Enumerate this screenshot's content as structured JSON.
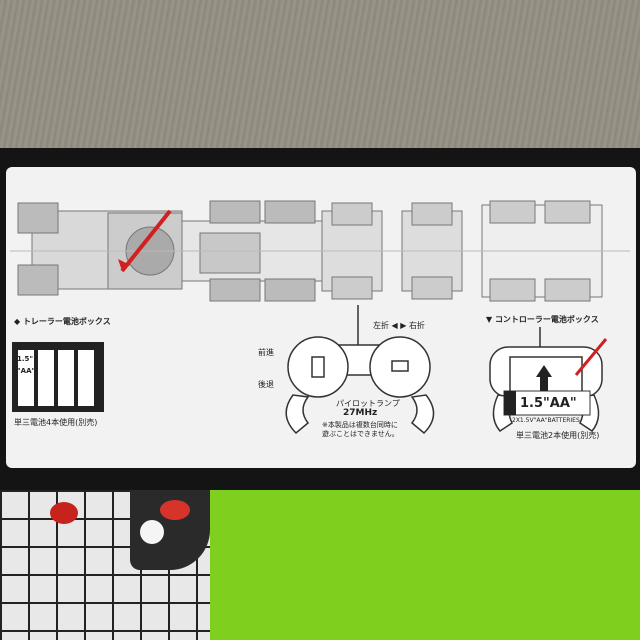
{
  "trailer_battery": {
    "heading": "トレーラー電池ボックス",
    "battery_label_top": "1.5\"",
    "battery_label_bottom": "\"AA\"",
    "note": "単三電池4本使用(別売)"
  },
  "remote": {
    "left_label": "左折",
    "right_label": "右折",
    "forward_label": "前進",
    "back_label": "後退",
    "pilot_lamp": "パイロットランプ",
    "frequency": "27MHz",
    "warning_line1": "※本製品は複数台同時に",
    "warning_line2": "遊ぶことはできません。"
  },
  "controller_battery": {
    "heading": "コントローラー電池ボックス",
    "cell_label": "1.5\"AA\"",
    "batteries_label": "2X1.5V\"AA\"BATTERIES",
    "note": "単三電池2本使用(別売)"
  },
  "colors": {
    "panel": "#f2f2f2",
    "box": "#141414",
    "green_cloth": "#7fcf1e",
    "arrow_red": "#d21f1f"
  }
}
